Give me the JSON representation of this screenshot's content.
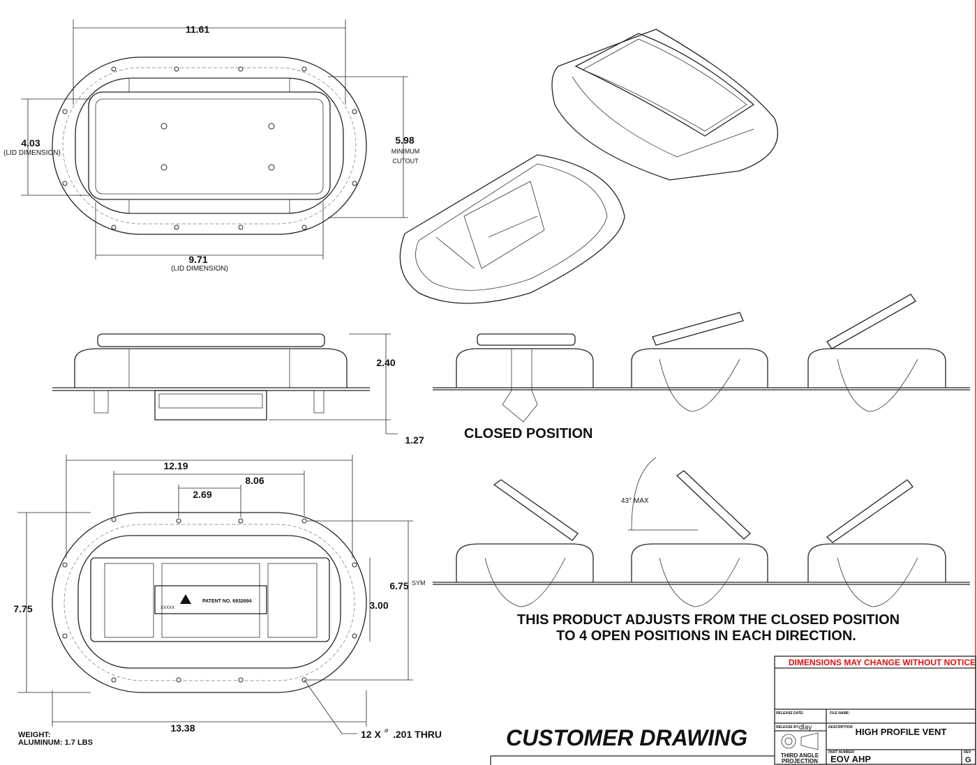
{
  "dimensions": {
    "top_overall_width": "11.61",
    "lid_height": "4.03",
    "lid_height_note": "(LID DIMENSION)",
    "min_cutout": "5.98",
    "min_cutout_note1": "MINIMUM",
    "min_cutout_note2": "CUTOUT",
    "lid_width": "9.71",
    "lid_width_note": "(LID DIMENSION)",
    "side_height": "2.40",
    "below_flange": "1.27",
    "bottom_width_holes": "12.19",
    "hole_spacing_outer": "8.06",
    "hole_spacing_inner": "2.69",
    "bottom_overall_height": "7.75",
    "hole_spacing_vertical": "6.75",
    "sym": "SYM",
    "inner_height": "3.00",
    "bottom_overall_width": "13.38",
    "holes_note_qty": "12 X",
    "holes_note_size": ".201 THRU",
    "angle": "43° MAX"
  },
  "labels": {
    "closed_position": "CLOSED POSITION",
    "adjusts_line1": "THIS PRODUCT ADJUSTS FROM THE CLOSED POSITION",
    "adjusts_line2": "TO 4 OPEN POSITIONS IN EACH DIRECTION.",
    "patent": "PATENT NO. 6932694",
    "xxxxx": "XXXXX",
    "weight": "WEIGHT:",
    "aluminum": "ALUMINUM: 1.7 LBS",
    "customer_drawing": "CUSTOMER DRAWING"
  },
  "title_block": {
    "notice": "DIMENSIONS MAY CHANGE WITHOUT NOTICE",
    "release_date_label": "RELEASE DATE:",
    "release_date": "",
    "file_name_label": "FILE NAME:",
    "release_by_label": "RELEASE BY:",
    "release_by": "dlay",
    "description_label": "DESCRIPTION:",
    "description": "HIGH PROFILE VENT",
    "projection_line1": "THIRD ANGLE",
    "projection_line2": "PROJECTION",
    "part_number_label": "PART NUMBER:",
    "part_number": "EOV AHP",
    "rev_label": "REV",
    "rev": "G"
  },
  "colors": {
    "notice": "#e01010",
    "border": "#e03030"
  }
}
